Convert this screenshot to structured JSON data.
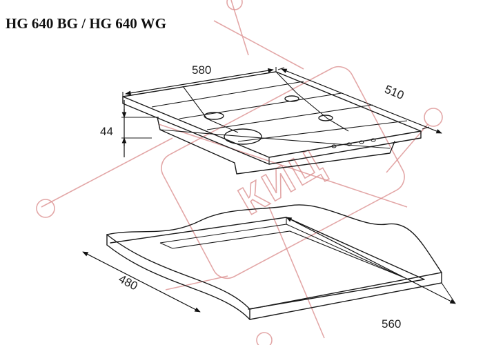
{
  "title": "HG 640 BG / HG 640 WG",
  "dimensions": {
    "hob_width": "580",
    "hob_depth": "510",
    "hob_height": "44",
    "cutout_depth": "480",
    "cutout_width": "560"
  },
  "watermark": {
    "text": "КИЦ",
    "color": "#d98a8a"
  },
  "colors": {
    "line": "#1a1a1a",
    "background": "#ffffff"
  }
}
